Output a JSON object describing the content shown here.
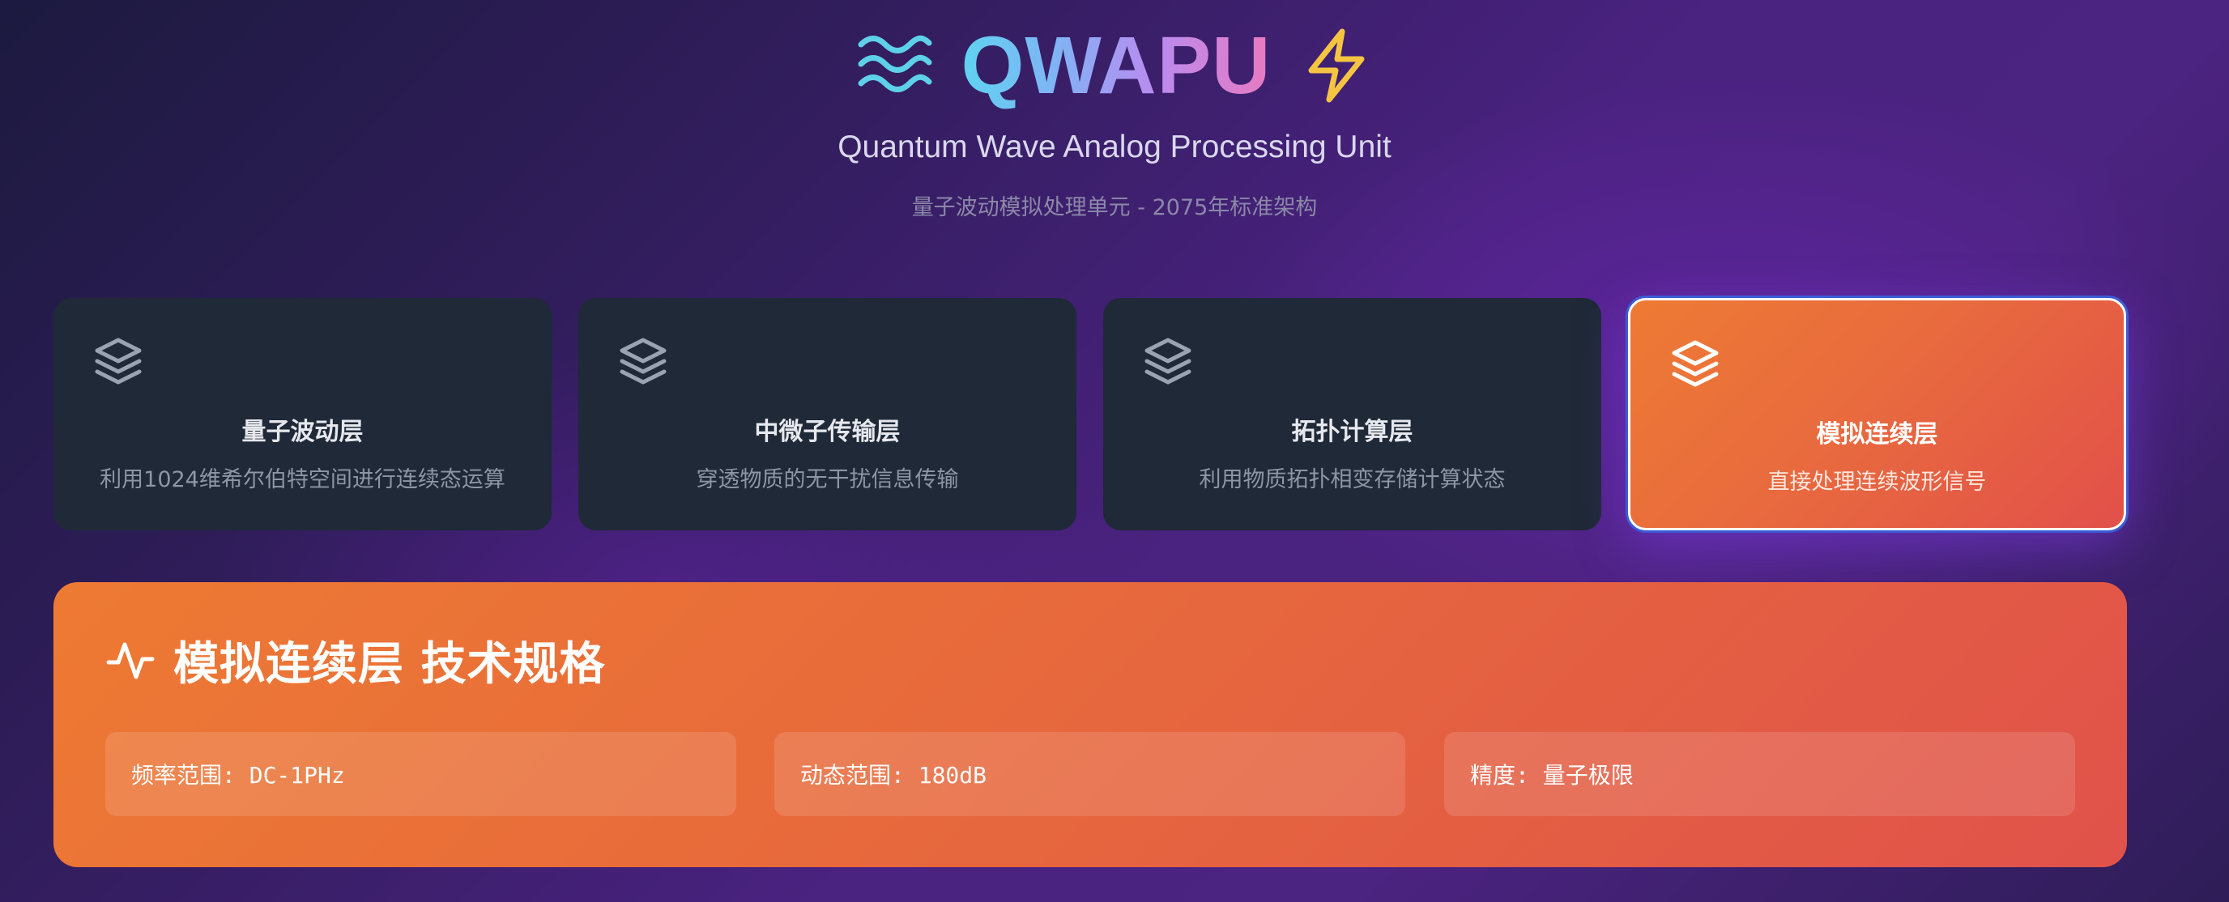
{
  "header": {
    "brand": "QWAPU",
    "subtitle": "Quantum Wave Analog Processing Unit",
    "subtitle_cn": "量子波动模拟处理单元 - 2075年标准架构",
    "icons": {
      "left": "waves-icon",
      "right": "lightning-bolt-icon"
    },
    "colors": {
      "wave_icon": "#5fd0ea",
      "bolt_icon": "#f5c542"
    }
  },
  "layers": [
    {
      "title": "量子波动层",
      "description": "利用1024维希尔伯特空间进行连续态运算",
      "icon": "layers-icon",
      "active": false
    },
    {
      "title": "中微子传输层",
      "description": "穿透物质的无干扰信息传输",
      "icon": "layers-icon",
      "active": false
    },
    {
      "title": "拓扑计算层",
      "description": "利用物质拓扑相变存储计算状态",
      "icon": "layers-icon",
      "active": false
    },
    {
      "title": "模拟连续层",
      "description": "直接处理连续波形信号",
      "icon": "layers-icon",
      "active": true
    }
  ],
  "spec": {
    "title": "模拟连续层 技术规格",
    "icon": "activity-pulse-icon",
    "items": [
      {
        "text": "频率范围: DC-1PHz"
      },
      {
        "text": "动态范围: 180dB"
      },
      {
        "text": "精度: 量子极限"
      }
    ]
  },
  "colors": {
    "card_bg": "#1f2937",
    "accent_orange": "#ee7a34",
    "accent_red": "#e2504a"
  }
}
